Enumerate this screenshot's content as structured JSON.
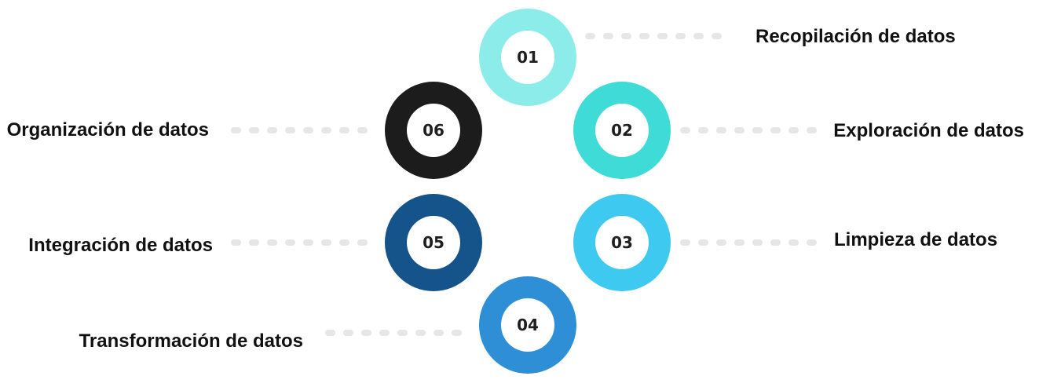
{
  "steps": [
    {
      "number": "01",
      "label": "Recopilación de datos",
      "color": "#8cecea"
    },
    {
      "number": "02",
      "label": "Exploración de datos",
      "color": "#3fdbd7"
    },
    {
      "number": "03",
      "label": "Limpieza de datos",
      "color": "#3ec9f0"
    },
    {
      "number": "04",
      "label": "Transformación de datos",
      "color": "#2e8fd6"
    },
    {
      "number": "05",
      "label": "Integración de datos",
      "color": "#15538b"
    },
    {
      "number": "06",
      "label": "Organización de datos",
      "color": "#1c1c1c"
    }
  ],
  "connector_color": "#e6e6e6",
  "ring_center_color": "#ffffff"
}
